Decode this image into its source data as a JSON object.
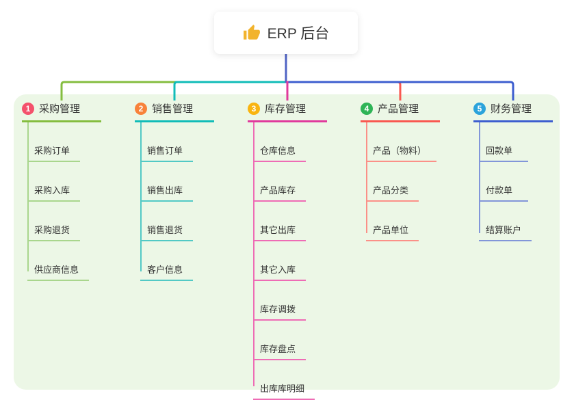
{
  "root": {
    "label": "ERP 后台",
    "icon": "thumbs-up-icon"
  },
  "branches": [
    {
      "index": "1",
      "label": "采购管理",
      "badge_color": "#f4516c",
      "line_color": "#84bd3f",
      "child_line_color": "#a9d68d",
      "children": [
        "采购订单",
        "采购入库",
        "采购退货",
        "供应商信息"
      ]
    },
    {
      "index": "2",
      "label": "销售管理",
      "badge_color": "#f8823a",
      "line_color": "#11bcb8",
      "child_line_color": "#52c9c5",
      "children": [
        "销售订单",
        "销售出库",
        "销售退货",
        "客户信息"
      ]
    },
    {
      "index": "3",
      "label": "库存管理",
      "badge_color": "#f9b410",
      "line_color": "#e03a9c",
      "child_line_color": "#ee6cb5",
      "children": [
        "仓库信息",
        "产品库存",
        "其它出库",
        "其它入库",
        "库存调拨",
        "库存盘点",
        "出库库明细"
      ]
    },
    {
      "index": "4",
      "label": "产品管理",
      "badge_color": "#2eb456",
      "line_color": "#f95850",
      "child_line_color": "#fb9088",
      "children": [
        "产品（物料）",
        "产品分类",
        "产品单位"
      ]
    },
    {
      "index": "5",
      "label": "财务管理",
      "badge_color": "#2aa3db",
      "line_color": "#3d5ecf",
      "child_line_color": "#8296d9",
      "children": [
        "回款单",
        "付款单",
        "结算账户"
      ]
    }
  ],
  "colors": {
    "page_background": "#ffffff",
    "canvas_background": "#ecf7e6",
    "root_connector": "#4f63c4",
    "text": "#333333",
    "thumb_icon": "#f2b32c"
  }
}
